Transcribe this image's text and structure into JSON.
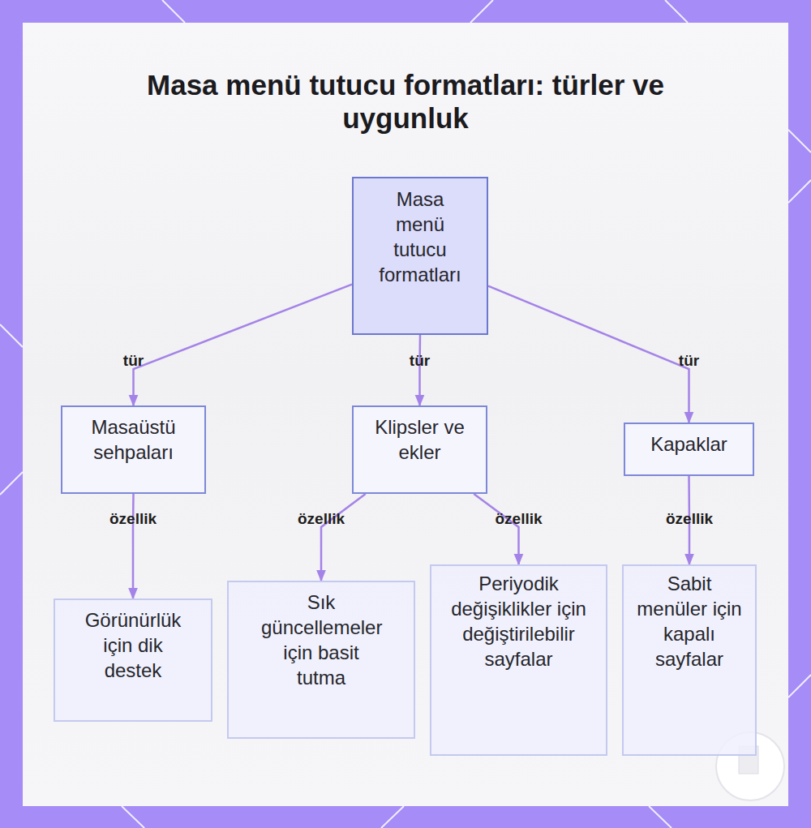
{
  "diagram": {
    "title": "Masa menü tutucu formatları: türler ve uygunluk",
    "nodes": [
      {
        "text": [
          "Masa menü tutucu formatları"
        ]
      },
      {
        "text": [
          "Masaüstü sehpaları"
        ]
      },
      {
        "text": [
          "Klipsler ve ekler"
        ]
      },
      {
        "text": [
          "Kapaklar"
        ]
      },
      {
        "text": [
          "Görünürlük için dik destek"
        ]
      },
      {
        "text": [
          "Sık güncellemeler için basit tutma"
        ]
      },
      {
        "text": [
          "Periyodik değişiklikler için değiştirilebilir sayfalar"
        ]
      },
      {
        "text": [
          "Sabit menüler için kapalı sayfalar"
        ]
      }
    ],
    "edges": [
      {
        "from": 0,
        "to": 1,
        "arrow": "to",
        "label": "tür"
      },
      {
        "from": 0,
        "to": 2,
        "arrow": "to",
        "label": "tür"
      },
      {
        "from": 0,
        "to": 3,
        "arrow": "to",
        "label": "tür"
      },
      {
        "from": 1,
        "to": 4,
        "arrow": "to",
        "label": "özellik"
      },
      {
        "from": 2,
        "to": 5,
        "arrow": "to",
        "label": "özellik"
      },
      {
        "from": 2,
        "to": 6,
        "arrow": "to",
        "label": "özellik"
      },
      {
        "from": 3,
        "to": 7,
        "arrow": "to",
        "label": "özellik"
      }
    ]
  }
}
